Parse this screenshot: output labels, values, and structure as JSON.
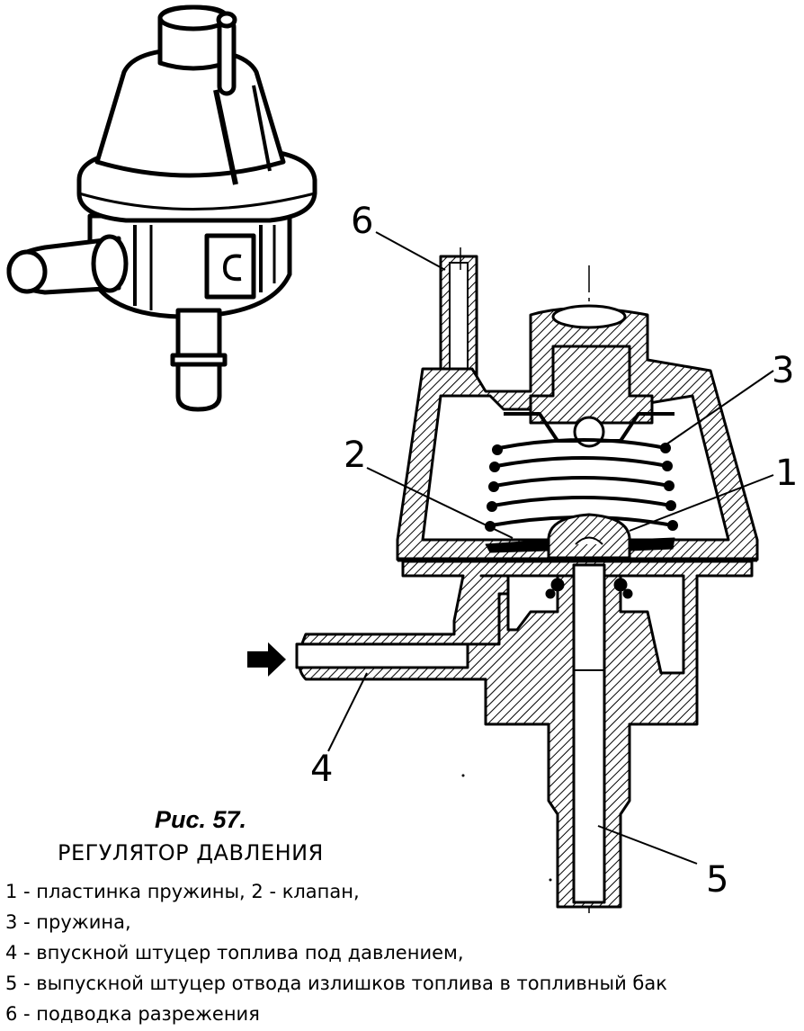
{
  "figure": {
    "callouts": {
      "c1": "1",
      "c2": "2",
      "c3": "3",
      "c4": "4",
      "c5": "5",
      "c6": "6"
    }
  },
  "caption": {
    "title": "Рис. 57.",
    "subtitle": "РЕГУЛЯТОР ДАВЛЕНИЯ",
    "legend": [
      "1 - пластинка пружины, 2 - клапан,",
      "3 - пружина,",
      "4 - впускной штуцер топлива под давлением,",
      "5 - выпускной штуцер отвода излишков топлива в топливный бак",
      "6 - подводка разрежения"
    ]
  },
  "colors": {
    "ink": "#000000",
    "paper": "#ffffff"
  }
}
